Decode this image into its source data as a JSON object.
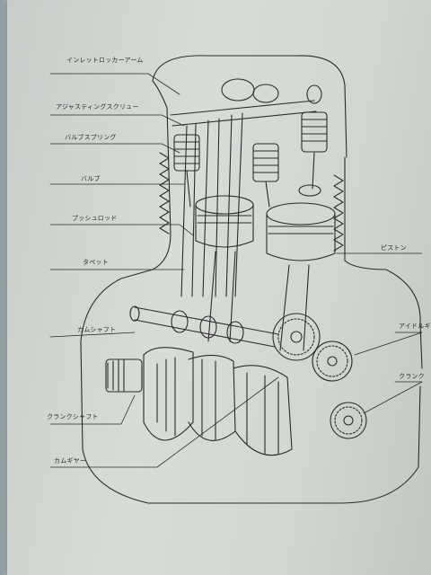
{
  "labels": {
    "intake_rocker_arm": "インレットロッカーアーム",
    "adjusting_screw": "アジャスティングスクリュー",
    "valve_spring": "バルブスプリング",
    "valve": "バルブ",
    "push_rod": "プッシュロッド",
    "tappet": "タペット",
    "camshaft": "カムシャフト",
    "crankshaft": "クランクシャフト",
    "cam_gear": "カムギヤー",
    "piston": "ピストン",
    "idle_gear": "アイドルギ",
    "crank_gear": "クランク"
  },
  "colors": {
    "paper": "#d5d9d4",
    "ink": "#2b2b2b"
  }
}
